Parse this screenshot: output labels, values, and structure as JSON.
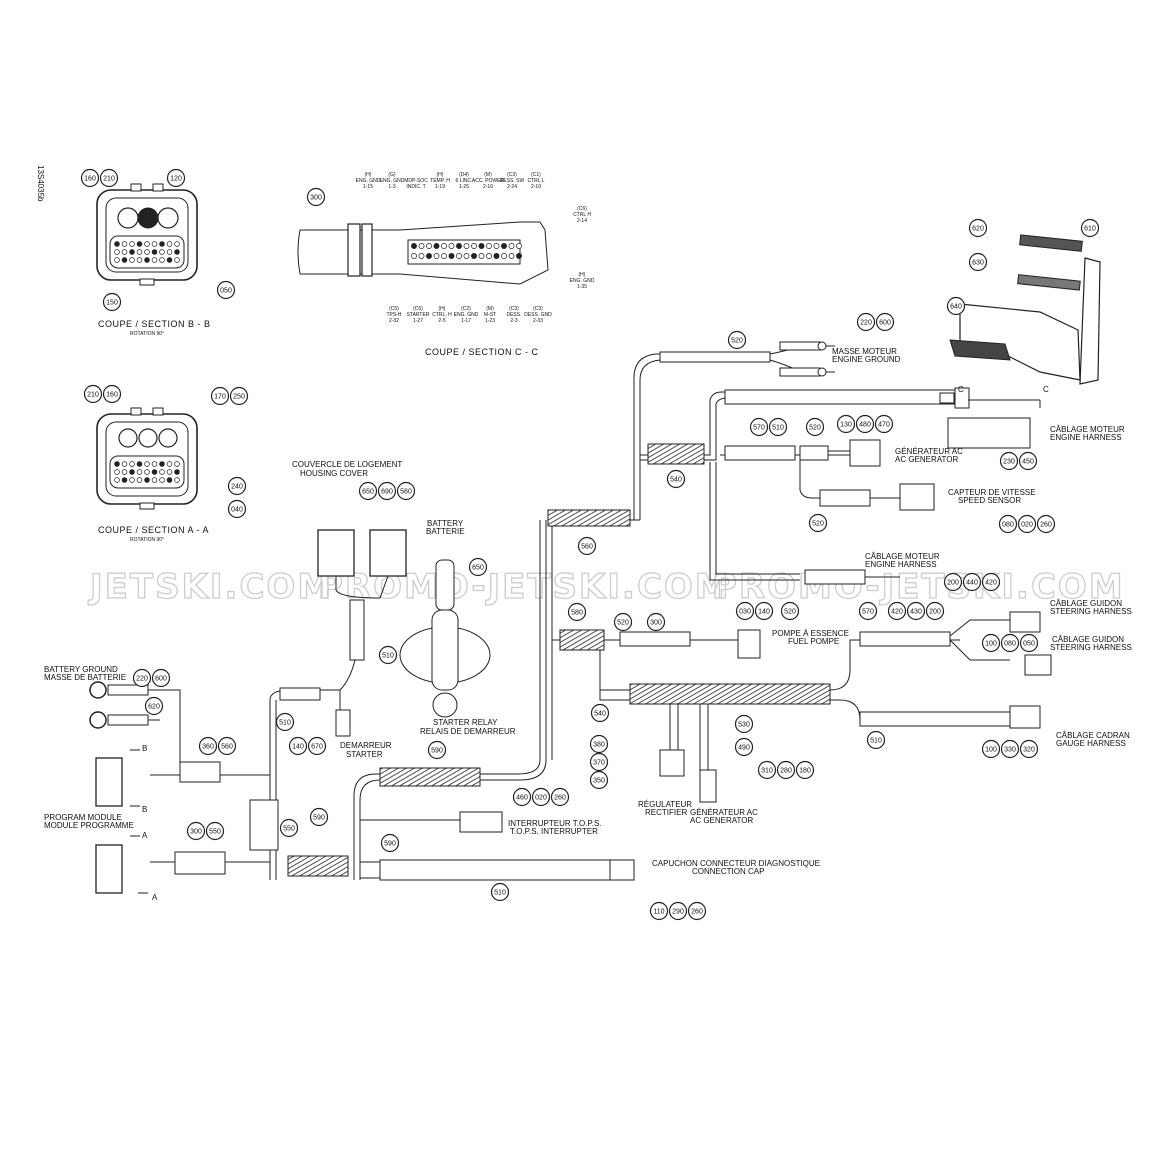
{
  "drawing_id": "13S4035b",
  "watermark": [
    "JETSKI.COM",
    "PROMO-JETSKI.COM",
    "PROMO-JETSKI.COM"
  ],
  "sections": {
    "bb": {
      "title": "COUPE / SECTION B - B",
      "rotation": "ROTATION 90°"
    },
    "aa": {
      "title": "COUPE / SECTION A - A",
      "rotation": "ROTATION 90°"
    },
    "cc": {
      "title": "COUPE / SECTION C - C",
      "marker": "C"
    }
  },
  "labels": {
    "housing_cover": [
      "COUVERCLE DE LOGEMENT",
      "HOUSING COVER"
    ],
    "battery": [
      "BATTERY",
      "BATTERIE"
    ],
    "battery_ground": [
      "BATTERY GROUND",
      "MASSE DE BATTERIE"
    ],
    "program_module": [
      "PROGRAM MODULE",
      "MODULE PROGRAMME"
    ],
    "starter_relay": [
      "STARTER RELAY",
      "RELAIS DE DEMARREUR"
    ],
    "starter": [
      "DEMARREUR",
      "STARTER"
    ],
    "engine_ground": [
      "MASSE MOTEUR",
      "ENGINE GROUND"
    ],
    "engine_harness_1": [
      "CÂBLAGE MOTEUR",
      "ENGINE HARNESS"
    ],
    "ac_generator_1": [
      "GÉNÉRATEUR AC",
      "AC GENERATOR"
    ],
    "speed_sensor": [
      "CAPTEUR DE VITESSE",
      "SPEED SENSOR"
    ],
    "engine_harness_2": [
      "CÂBLAGE MOTEUR",
      "ENGINE HARNESS"
    ],
    "fuel_pump": [
      "POMPE À ESSENCE",
      "FUEL POMPE"
    ],
    "steering_harness_1": [
      "CÂBLAGE GUIDON",
      "STEERING HARNESS"
    ],
    "steering_harness_2": [
      "CÂBLAGE GUIDON",
      "STEERING HARNESS"
    ],
    "gauge_harness": [
      "CÂBLAGE CADRAN",
      "GAUGE HARNESS"
    ],
    "rectifier": [
      "RÉGULATEUR",
      "RECTIFIER"
    ],
    "ac_generator_2": [
      "GÉNÉRATEUR AC",
      "AC GENERATOR"
    ],
    "tops": [
      "INTERRUPTEUR T.O.P.S.",
      "T.O.P.S. INTERRUPTER"
    ],
    "diag_cap": [
      "CAPUCHON CONNECTEUR DIAGNOSTIQUE",
      "CONNECTION CAP"
    ],
    "arrow_b": "B",
    "arrow_a": "A"
  },
  "callouts": {
    "c160_210": [
      "160",
      "210"
    ],
    "c120": [
      "120"
    ],
    "c150": [
      "150"
    ],
    "c050": [
      "050"
    ],
    "c210_160": [
      "210",
      "160"
    ],
    "c170_250": [
      "170",
      "250"
    ],
    "c240": [
      "240"
    ],
    "c040": [
      "040"
    ],
    "c300_top": [
      "300"
    ],
    "c620": [
      "620"
    ],
    "c610": [
      "610"
    ],
    "c630": [
      "630"
    ],
    "c640": [
      "640"
    ],
    "c520_a": [
      "520"
    ],
    "c220_600_a": [
      "220",
      "600"
    ],
    "c570_510": [
      "570",
      "510"
    ],
    "c520_b": [
      "520"
    ],
    "c130_480_470": [
      "130",
      "480",
      "470"
    ],
    "c230_450": [
      "230",
      "450"
    ],
    "c540_a": [
      "540"
    ],
    "c520_c": [
      "520"
    ],
    "c080_020_260_a": [
      "080",
      "020",
      "260"
    ],
    "c560_a": [
      "560"
    ],
    "c650_690_580": [
      "650",
      "690",
      "580"
    ],
    "c650": [
      "650"
    ],
    "c510_a": [
      "510"
    ],
    "c220_600_b": [
      "220",
      "600"
    ],
    "c620_b": [
      "620"
    ],
    "c510_b": [
      "510"
    ],
    "c140_670": [
      "140",
      "670"
    ],
    "c360_560": [
      "360",
      "560"
    ],
    "c550_a": [
      "550"
    ],
    "c590_a": [
      "590"
    ],
    "c300_550": [
      "300",
      "550"
    ],
    "c580": [
      "580"
    ],
    "c520_d": [
      "520"
    ],
    "c300_b": [
      "300"
    ],
    "c030_140": [
      "030",
      "140"
    ],
    "c520_e": [
      "520"
    ],
    "c200_440_420": [
      "200",
      "440",
      "420"
    ],
    "c570_b": [
      "570"
    ],
    "c420_430_200": [
      "420",
      "430",
      "200"
    ],
    "c100_080_050": [
      "100",
      "080",
      "050"
    ],
    "c540_b": [
      "540"
    ],
    "c530": [
      "530"
    ],
    "c490": [
      "490"
    ],
    "c510_c": [
      "510"
    ],
    "c100_330_320": [
      "100",
      "330",
      "320"
    ],
    "c590_b": [
      "590"
    ],
    "c380_370_350": [
      "380",
      "370",
      "350"
    ],
    "c310_280_180": [
      "310",
      "280",
      "180"
    ],
    "c460_020_260": [
      "460",
      "020",
      "260"
    ],
    "c590_c": [
      "590"
    ],
    "c510_d": [
      "510"
    ],
    "c110_290_260": [
      "110",
      "290",
      "260"
    ]
  },
  "pin_labels": {
    "top": [
      [
        "(H)",
        "ENG. GND",
        "1-15"
      ],
      [
        "(G)",
        "ENG. GND",
        "1-3"
      ],
      [
        "",
        "MDP-SOC",
        "INDIC. T"
      ],
      [
        "(H)",
        "TEMP. H",
        "1-19"
      ],
      [
        "(D4)",
        "6 LINC.",
        "1-25"
      ],
      [
        "(M)",
        "ACC. POWER",
        "2-16"
      ],
      [
        "(C3)",
        "DESS. SW",
        "2-24"
      ],
      [
        "(C1)",
        "CTRL L",
        "2-10"
      ]
    ],
    "right": [
      [
        "(C6)",
        "CTRL H",
        "2-14"
      ],
      [
        "(H)",
        "ENG. GND",
        "1-35"
      ]
    ],
    "bottom": [
      [
        "(C5)",
        "TPS-H",
        "2-32"
      ],
      [
        "(C6)",
        "STARTER",
        "1-27"
      ],
      [
        "(H)",
        "CTRL. H",
        "2-5"
      ],
      [
        "(C2)",
        "ENG. GND",
        "1-17"
      ],
      [
        "(M)",
        "M-ST",
        "1-23"
      ],
      [
        "(C3)",
        "DESS.",
        "2-3"
      ],
      [
        "(C3)",
        "DESS. GND",
        "2-33"
      ]
    ]
  },
  "colors": {
    "ink": "#222222",
    "watermark": "#c8c8c8",
    "background": "#ffffff"
  }
}
